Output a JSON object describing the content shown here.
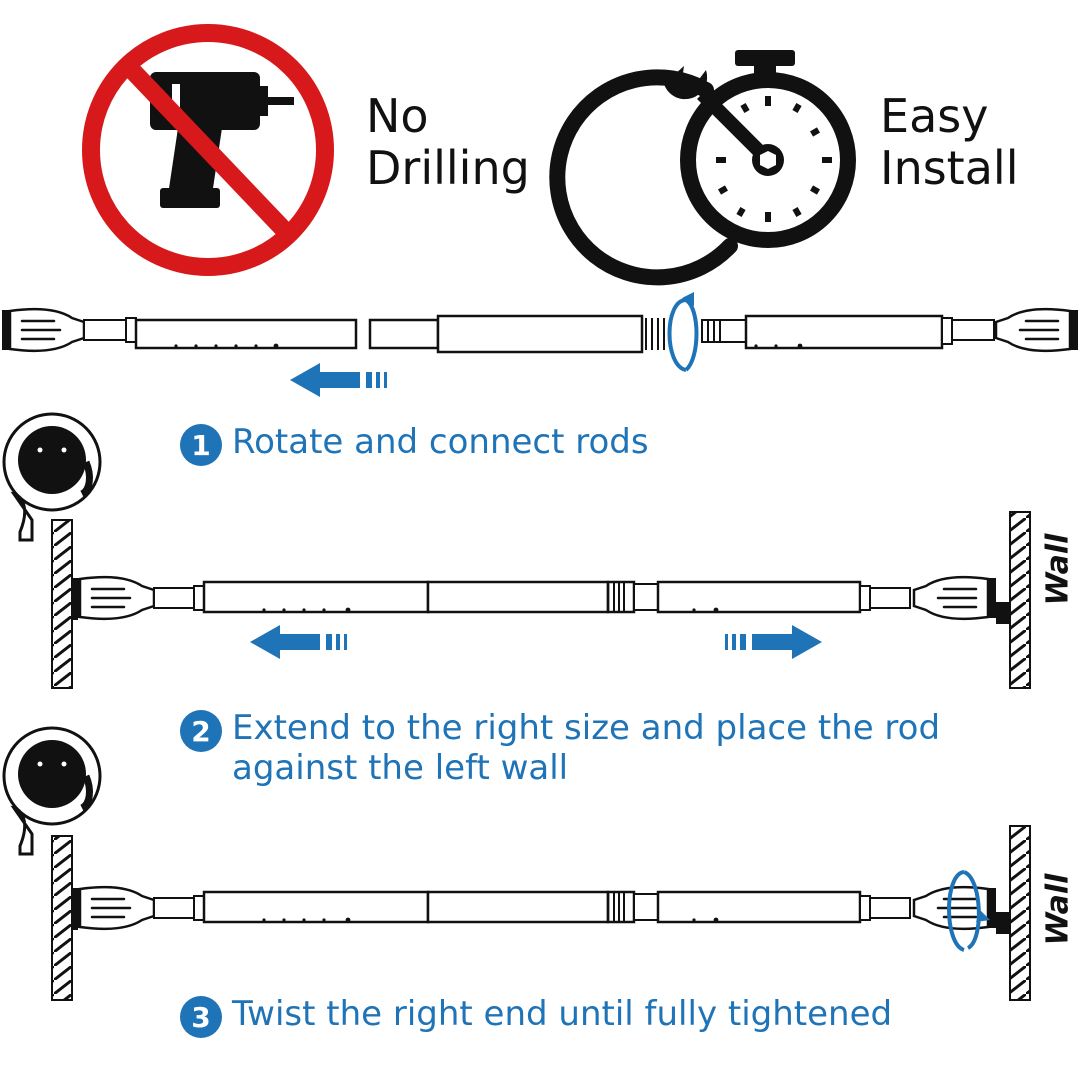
{
  "features": {
    "no_drilling": [
      "No",
      "Drilling"
    ],
    "easy_install": [
      "Easy",
      "Install"
    ]
  },
  "steps": [
    {
      "number": "1",
      "text": "Rotate and connect rods"
    },
    {
      "number": "2",
      "text": [
        "Extend to the right size and place the rod",
        "against the left wall"
      ]
    },
    {
      "number": "3",
      "text": "Twist the right end until fully tightened"
    }
  ],
  "wall_label": "Wall",
  "colors": {
    "accent": "#1f73b7",
    "prohibit": "#d7191c",
    "ink": "#111111"
  },
  "icons": [
    "no-drill-icon",
    "drill-icon",
    "stopwatch-icon",
    "wrench-icon",
    "rotate-arrow-icon",
    "arrow-left-icon",
    "arrow-right-icon",
    "wall-hook-icon"
  ]
}
